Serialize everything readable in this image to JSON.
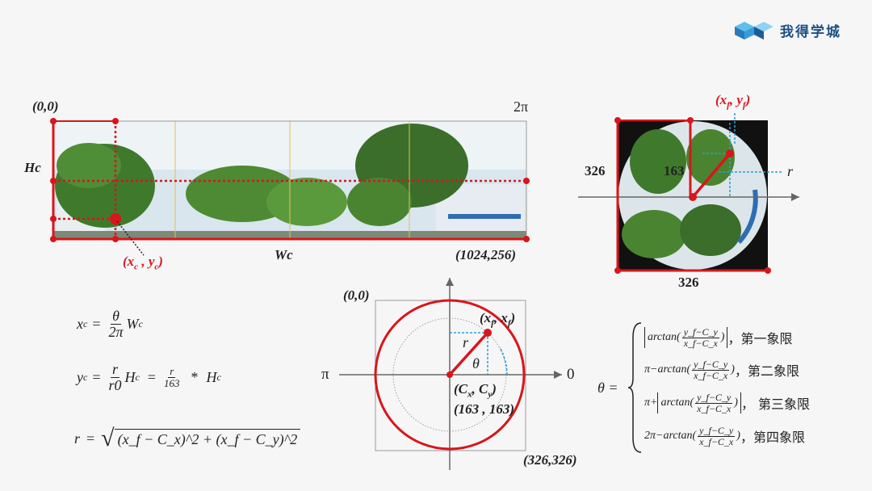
{
  "brand": {
    "name": "我得学城",
    "logo_icon": "cube-logo-icon"
  },
  "panorama": {
    "origin_label": "(0,0)",
    "two_pi_label": "2π",
    "height_label": "Hc",
    "width_label": "Wc",
    "corner_label": "(1024,256)",
    "point_label_x": "x",
    "point_label_xsub": "c",
    "point_label_y": "y",
    "point_label_ysub": "c"
  },
  "fisheye": {
    "point_label_x": "x",
    "point_label_xsub": "f",
    "point_label_y": "y",
    "point_label_ysub": "f",
    "left_label": "326",
    "mid_label": "163",
    "r_label": "r",
    "bottom_label": "326"
  },
  "circle_diagram": {
    "origin_label": "(0,0)",
    "point_label": "(x",
    "point_sub1": "f",
    "point_mid": ", x",
    "point_sub2": "f",
    "point_end": ")",
    "r_label": "r",
    "theta_label": "θ",
    "pi_label": "π",
    "zero_label": "0",
    "center_label": "(C",
    "center_sub1": "x",
    "center_mid": ", C",
    "center_sub2": "y",
    "center_end": ")",
    "center_value": "(163 , 163)",
    "corner_label": "(326,326)"
  },
  "formulas": {
    "xc_lhs": "x",
    "xc_lhs_sub": "c",
    "xc_num": "θ",
    "xc_den": "2π",
    "xc_tail": "W",
    "xc_tail_sub": "c",
    "yc_lhs": "y",
    "yc_lhs_sub": "c",
    "yc_num": "r",
    "yc_den": "r0",
    "yc_tail": "H",
    "yc_tail_sub": "c",
    "yc_num2": "r",
    "yc_den2": "163",
    "yc_star": "*",
    "yc_tail2": "H",
    "yc_tail2_sub": "c",
    "r_lhs": "r",
    "r_expr": "(x_f − C_x)^2 + (x_f − C_y)^2"
  },
  "theta": {
    "lhs": "θ =",
    "frac_num": "y_f−C_y",
    "frac_den": "x_f−C_x",
    "rows": [
      {
        "prefix": "",
        "func": "arctan(",
        "abs": true,
        "quadrant": "，第一象限"
      },
      {
        "prefix": "π−",
        "func": "arctan(",
        "abs": false,
        "quadrant": "，第二象限"
      },
      {
        "prefix": "π+",
        "func": "arctan(",
        "abs": true,
        "quadrant": "， 第三象限"
      },
      {
        "prefix": "2π−",
        "func": "arctan(",
        "abs": false,
        "quadrant": "，第四象限"
      }
    ]
  },
  "colors": {
    "accent": "#d9151b",
    "guide": "#2a9fd6",
    "brand": "#1d4f83"
  }
}
